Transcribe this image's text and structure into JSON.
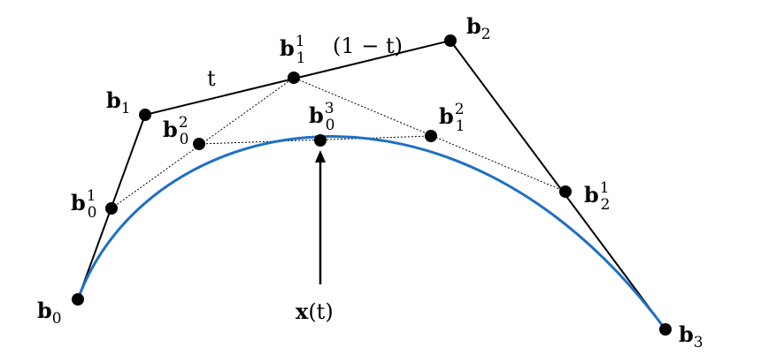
{
  "colors": {
    "curve": "#1f6fc5",
    "polygon": "#000000",
    "dotted": "#000000",
    "point": "#000000"
  },
  "labels": {
    "b0": {
      "base": "b",
      "sub": "0"
    },
    "b1": {
      "base": "b",
      "sub": "1"
    },
    "b2": {
      "base": "b",
      "sub": "2"
    },
    "b3": {
      "base": "b",
      "sub": "3"
    },
    "b01": {
      "base": "b",
      "sub": "0",
      "sup": "1"
    },
    "b11": {
      "base": "b",
      "sub": "1",
      "sup": "1"
    },
    "b21": {
      "base": "b",
      "sub": "2",
      "sup": "1"
    },
    "b02": {
      "base": "b",
      "sub": "0",
      "sup": "2"
    },
    "b12": {
      "base": "b",
      "sub": "1",
      "sup": "2"
    },
    "b03": {
      "base": "b",
      "sub": "0",
      "sup": "3"
    },
    "t": "t",
    "one_minus_t": "(1 − t)",
    "xt_x": "x",
    "xt_arg": "(t)"
  }
}
